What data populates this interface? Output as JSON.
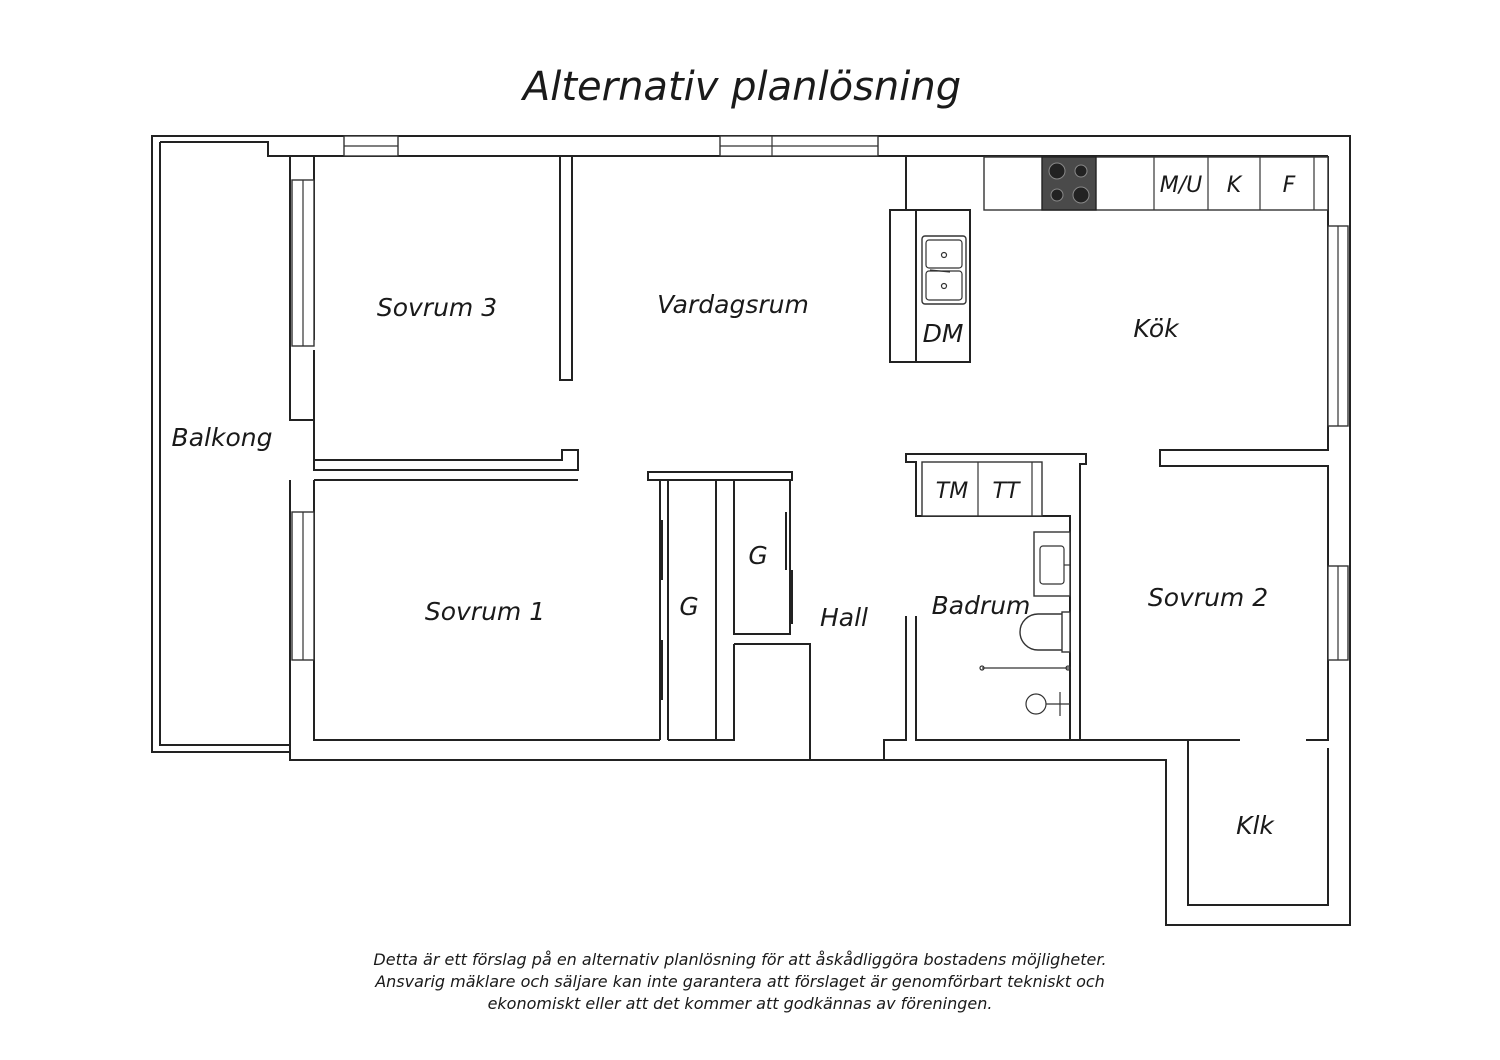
{
  "title": "Alternativ  planlösning",
  "rooms": {
    "balkong": "Balkong",
    "sovrum3": "Sovrum 3",
    "vardagsrum": "Vardagsrum",
    "kok": "Kök",
    "dm": "DM",
    "mu": "M/U",
    "k": "K",
    "f": "F",
    "sovrum1": "Sovrum 1",
    "g1": "G",
    "g2": "G",
    "hall": "Hall",
    "tm": "TM",
    "tt": "TT",
    "badrum": "Badrum",
    "sovrum2": "Sovrum 2",
    "klk": "Klk"
  },
  "disclaimer": {
    "line1": "Detta är ett förslag på en alternativ planlösning för att åskådliggöra bostadens möjligheter.",
    "line2": "Ansvarig mäklare och säljare kan inte garantera att förslaget är genomförbart tekniskt och",
    "line3": "ekonomiskt eller att det kommer att godkännas av föreningen."
  },
  "colors": {
    "wall": "#222222",
    "stove": "#4a4a4a"
  }
}
